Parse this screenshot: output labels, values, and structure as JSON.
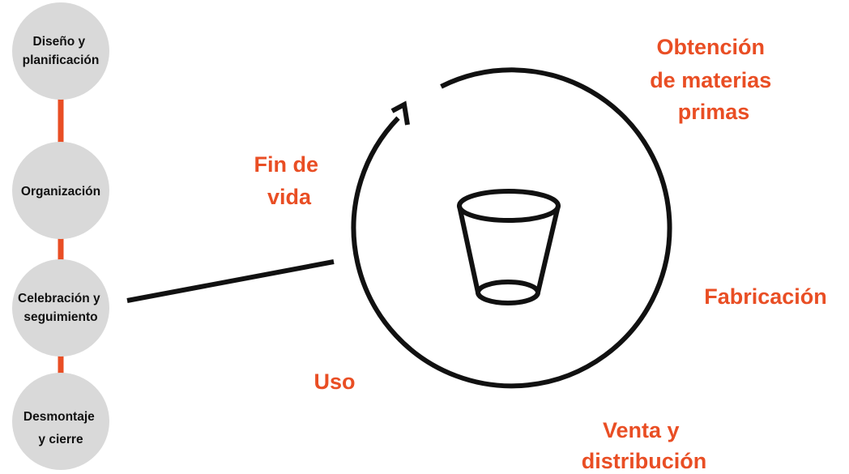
{
  "colors": {
    "accent": "#e94e24",
    "node_fill": "#d9d9d9",
    "stroke": "#111111",
    "text": "#111111"
  },
  "event_stages": [
    {
      "line1": "Diseño y",
      "line2": "planificación"
    },
    {
      "line1": "Organización",
      "line2": ""
    },
    {
      "line1": "Celebración y",
      "line2": "seguimiento"
    },
    {
      "line1": "Desmontaje",
      "line2": "y cierre"
    }
  ],
  "lifecycle": {
    "center_icon": "cup-icon",
    "arrow_icon": "arrowhead-icon",
    "phases": {
      "raw_materials": {
        "line1": "Obtención",
        "line2": "de materias",
        "line3": "primas"
      },
      "manufacturing": {
        "line1": "Fabricación"
      },
      "distribution": {
        "line1": "Venta y",
        "line2": "distribución"
      },
      "use": {
        "line1": "Uso"
      },
      "end_of_life": {
        "line1": "Fin de",
        "line2": "vida"
      }
    }
  }
}
